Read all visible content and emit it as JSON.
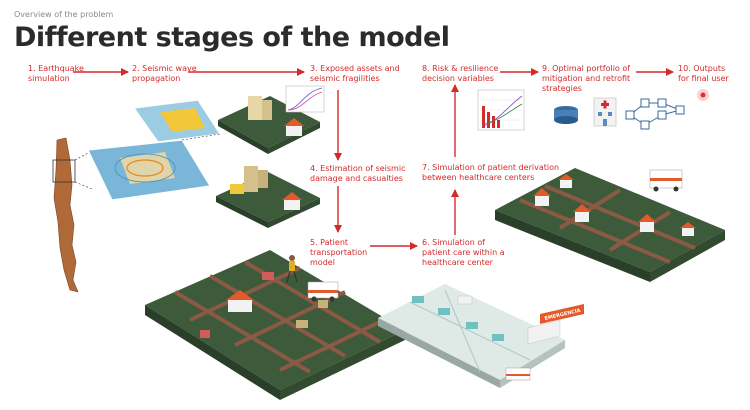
{
  "header": {
    "eyebrow": "Overview of the problem",
    "title": "Different stages of the model"
  },
  "stages": {
    "s1": {
      "line1": "1. Earthquake",
      "line2": "simulation"
    },
    "s2": {
      "line1": "2. Seismic wave",
      "line2": "propagation"
    },
    "s3": {
      "line1": "3. Exposed assets and",
      "line2": "seismic fragilities"
    },
    "s4": {
      "line1": "4. Estimation of seismic",
      "line2": "damage and casualties"
    },
    "s5": {
      "line1": "5. Patient",
      "line2": "transportation",
      "line3": "model"
    },
    "s6": {
      "line1": "6. Simulation of",
      "line2": "patient care within a",
      "line3": "healthcare center"
    },
    "s7": {
      "line1": "7. Simulation of patient derivation",
      "line2": "between healthcare centers"
    },
    "s8": {
      "line1": "8. Risk & resilience",
      "line2": "decision variables"
    },
    "s9": {
      "line1": "9. Optimal portfolio of",
      "line2": "mitigation and retrofit",
      "line3": "strategies"
    },
    "s10": {
      "line1": "10. Outputs",
      "line2": "for final user"
    }
  },
  "sign": {
    "emergency": "EMERGENCIA"
  },
  "colors": {
    "accent_red": "#d42a2a",
    "ground_green": "#3d5a3a",
    "road_brown": "#8a5a45",
    "map_blue": "#7ab6d8",
    "title_dark": "#2b2b2b"
  }
}
